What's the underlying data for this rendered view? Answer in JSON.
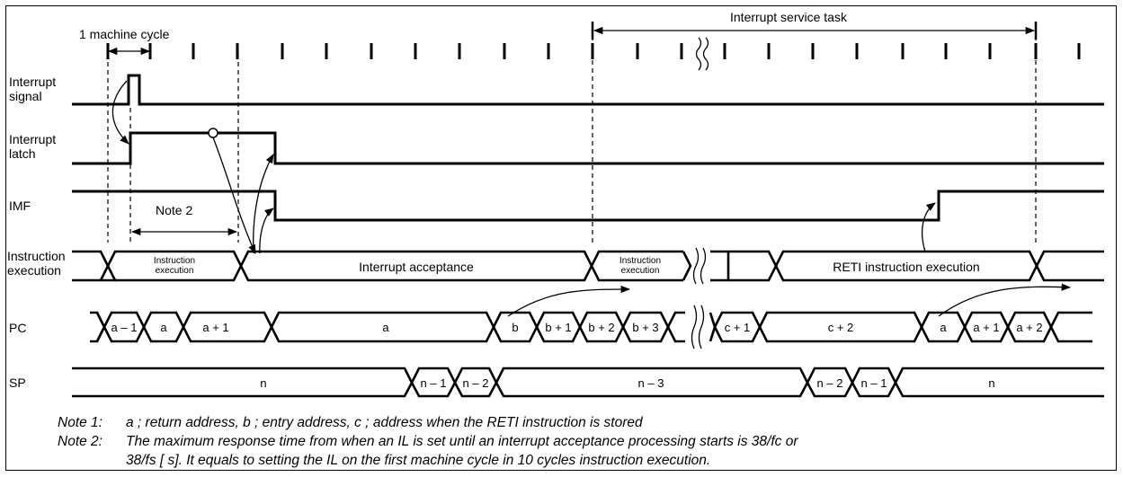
{
  "cycle_label": "1 machine cycle",
  "service_label": "Interrupt service task",
  "note2_arrow_label": "Note 2",
  "signals": {
    "interrupt_signal": [
      "Interrupt",
      "signal"
    ],
    "interrupt_latch": [
      "Interrupt",
      "latch"
    ],
    "imf": "IMF",
    "instruction_execution": [
      "Instruction",
      "execution"
    ],
    "pc": "PC",
    "sp": "SP"
  },
  "exec_segments": {
    "instr1": [
      "Instruction",
      "execution"
    ],
    "accept": "Interrupt acceptance",
    "instr2": [
      "Instruction",
      "execution"
    ],
    "reti": "RETI instruction execution"
  },
  "pc_values": [
    "a – 1",
    "a",
    "a + 1",
    "a",
    "b",
    "b + 1",
    "b + 2",
    "b + 3",
    "c + 1",
    "c + 2",
    "a",
    "a + 1",
    "a + 2"
  ],
  "sp_values": [
    "n",
    "n – 1",
    "n – 2",
    "n – 3",
    "n – 2",
    "n – 1",
    "n"
  ],
  "notes": [
    {
      "key": "Note 1:",
      "text": "a ; return address, b ; entry address, c ; address when the RETI instruction is stored"
    },
    {
      "key": "Note 2:",
      "text": "The maximum response time from when an IL is set until an interrupt acceptance processing starts is 38/fc or"
    },
    {
      "key": "",
      "text": "38/fs [ s].  It equals to setting the IL on the first machine cycle in 10 cycles instruction execution."
    }
  ]
}
